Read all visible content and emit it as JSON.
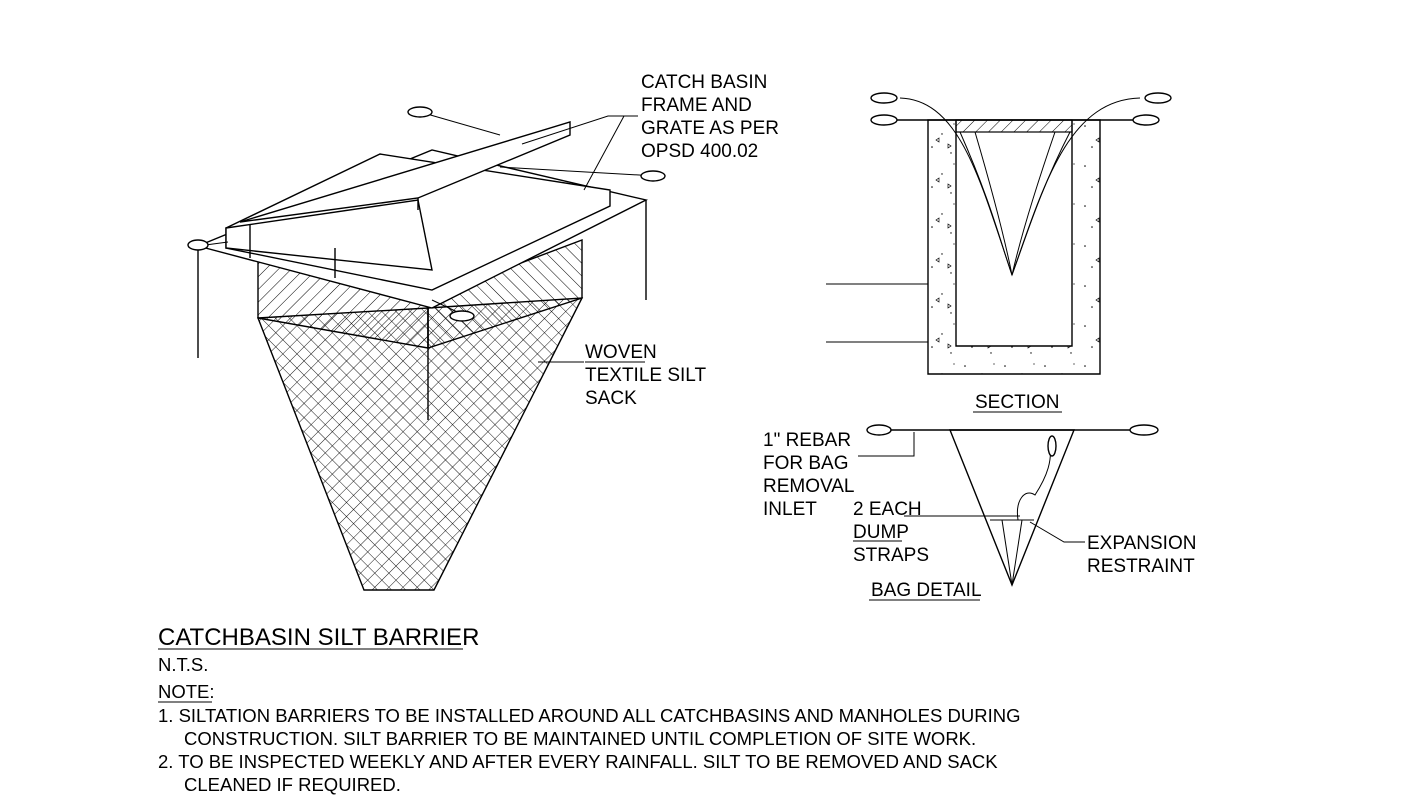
{
  "iso": {
    "grate_label": [
      "CATCH BASIN",
      "FRAME AND",
      "GRATE AS PER",
      "OPSD 400.02"
    ],
    "sack_label": [
      "WOVEN",
      "TEXTILE SILT",
      "SACK"
    ]
  },
  "section": {
    "title": "SECTION"
  },
  "bag": {
    "title": "BAG DETAIL",
    "rebar_label": [
      "1\" REBAR",
      "FOR BAG",
      "REMOVAL",
      "INLET"
    ],
    "straps_label": [
      "2 EACH",
      "DUMP",
      "STRAPS"
    ],
    "restraint_label": [
      "EXPANSION",
      "RESTRAINT"
    ]
  },
  "title": "CATCHBASIN SILT BARRIER",
  "scale": "N.T.S.",
  "note_heading": "NOTE:",
  "notes": [
    "1. SILTATION BARRIERS TO BE INSTALLED AROUND ALL  CATCHBASINS AND MANHOLES DURING",
    "CONSTRUCTION. SILT BARRIER TO BE MAINTAINED UNTIL COMPLETION OF SITE WORK.",
    "2. TO BE INSPECTED WEEKLY AND AFTER EVERY RAINFALL. SILT TO BE REMOVED AND SACK",
    "CLEANED IF REQUIRED."
  ]
}
